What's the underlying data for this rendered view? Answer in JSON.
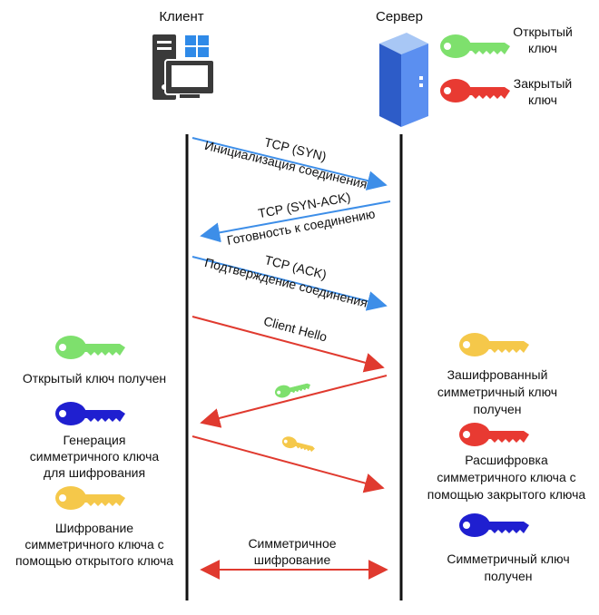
{
  "header": {
    "client_label": "Клиент",
    "server_label": "Сервер"
  },
  "legend": {
    "public_key": [
      "Открытый",
      "ключ"
    ],
    "private_key": [
      "Закрытый",
      "ключ"
    ]
  },
  "messages": {
    "syn": [
      "TCP (SYN)",
      "Инициализация соединения"
    ],
    "synack": [
      "TCP (SYN-ACK)",
      "Готовность к соединению"
    ],
    "ack": [
      "TCP (ACK)",
      "Подтверждение соединения"
    ],
    "client_hello": "Client Hello",
    "symmetric": [
      "Симметричное",
      "шифрование"
    ]
  },
  "client_notes": {
    "public_received": "Открытый ключ получен",
    "generation": [
      "Генерация",
      "симметричного ключа",
      "для шифрования"
    ],
    "encryption": [
      "Шифрование",
      "симметричного ключа с",
      "помощью открытого ключа"
    ]
  },
  "server_notes": {
    "encrypted_received": [
      "Зашифрованный",
      "симметричный ключ",
      "получен"
    ],
    "decryption": [
      "Расшифровка",
      "симметричного ключа с",
      "помощью закрытого ключа"
    ],
    "symmetric_received": [
      "Симметричный ключ",
      "получен"
    ]
  },
  "colors": {
    "tcp_arrow": "#3d8ee8",
    "tls_arrow": "#e03a2f",
    "public_key": "#7ee06d",
    "private_key": "#e83a32",
    "symmetric_key": "#f5c84a",
    "generated_key": "#1f1fd0",
    "lifeline": "#111111",
    "client_icon": "#3a3a3a",
    "windows_logo": "#2f8ae8",
    "server_icon": "#3b6fd8"
  },
  "icons": {
    "client": "computer-icon",
    "server": "server-icon",
    "key": "key-icon"
  }
}
